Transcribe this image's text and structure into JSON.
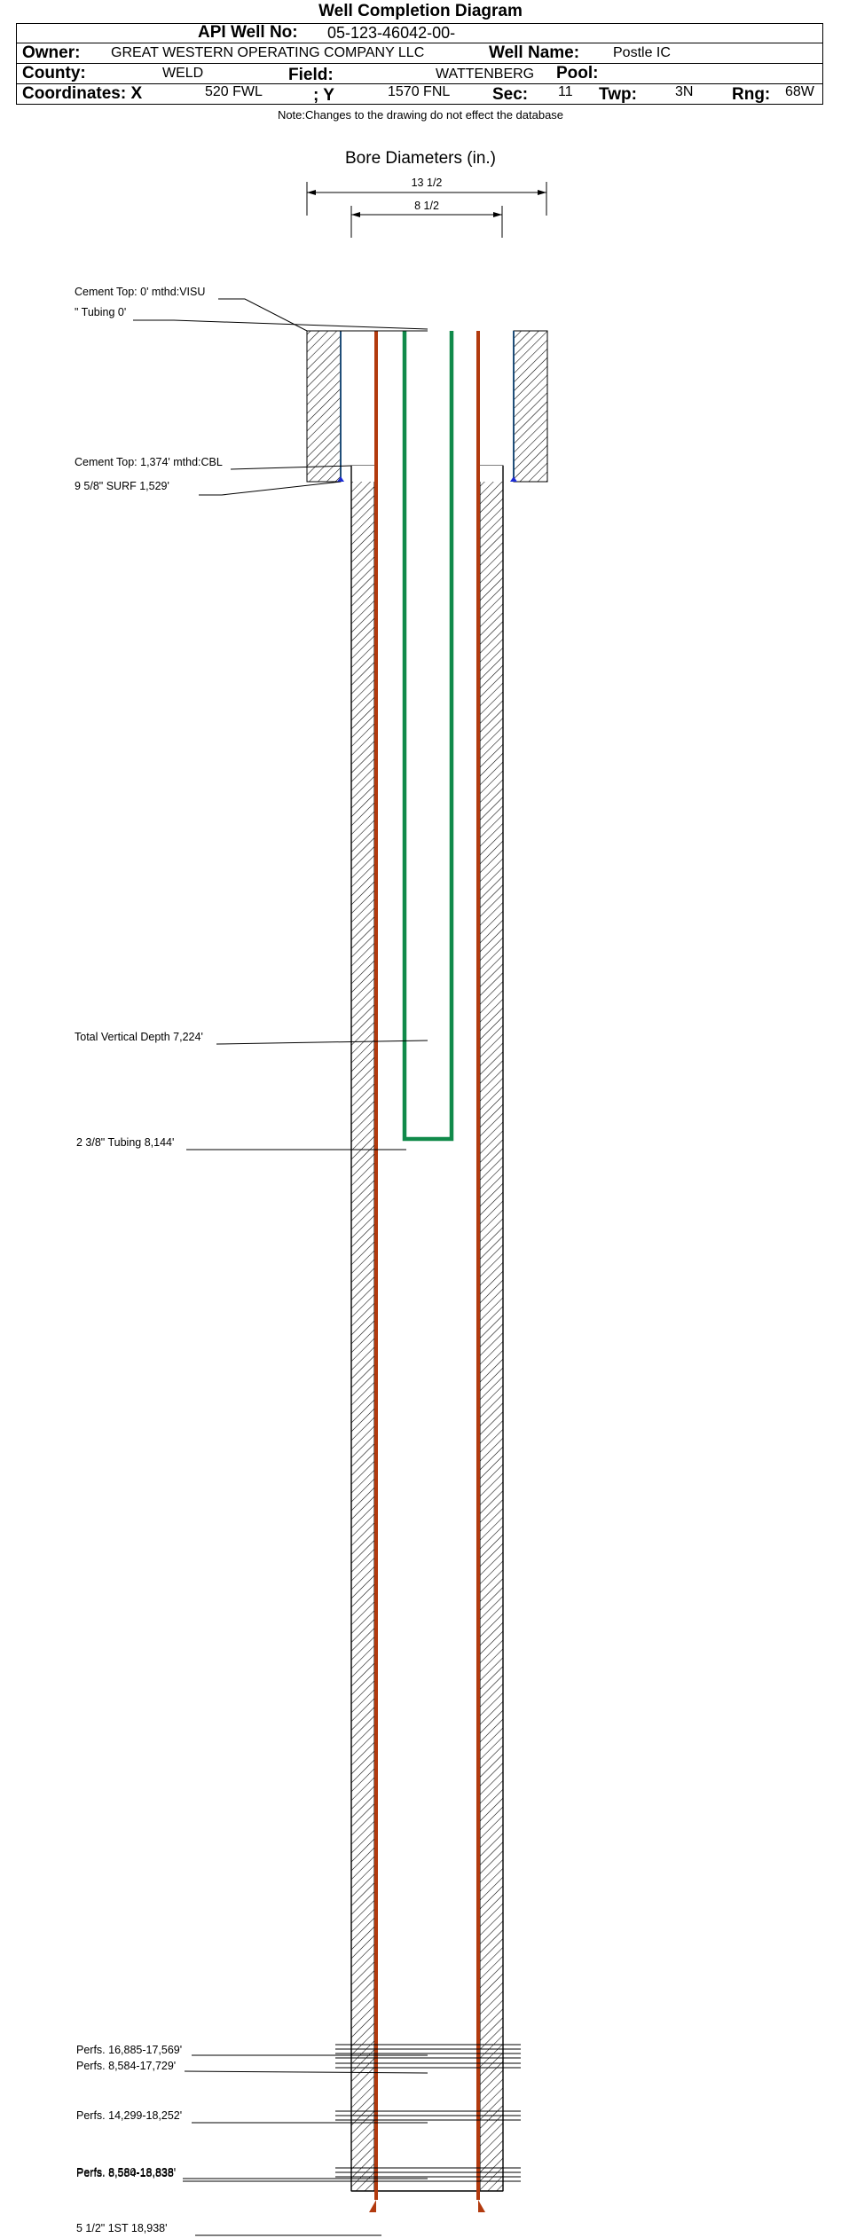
{
  "title": "Well Completion Diagram",
  "header": {
    "api_label": "API Well No:",
    "api_value": "05-123-46042-00-",
    "owner_label": "Owner:",
    "owner_value": "GREAT WESTERN OPERATING COMPANY LLC",
    "well_name_label": "Well Name:",
    "well_name_value": "Postle IC",
    "county_label": "County:",
    "county_value": "WELD",
    "field_label": "Field:",
    "field_value": "WATTENBERG",
    "pool_label": "Pool:",
    "pool_value": "",
    "coords_label": "Coordinates: X",
    "x_value": "520 FWL",
    "y_label": "; Y",
    "y_value": "1570 FNL",
    "sec_label": "Sec:",
    "sec_value": "11",
    "twp_label": "Twp:",
    "twp_value": "3N",
    "rng_label": "Rng:",
    "rng_value": "68W"
  },
  "note": "Note:Changes to the drawing do not effect the database",
  "bore": {
    "title": "Bore Diameters (in.)",
    "dims": [
      "13 1/2",
      "8 1/2"
    ]
  },
  "labels": {
    "cement_top_1": "Cement Top: 0' mthd:VISU",
    "tubing_0": "\" Tubing 0'",
    "cement_top_2": "Cement Top: 1,374' mthd:CBL",
    "surf_casing": "9 5/8\" SURF       1,529'",
    "tvd": "Total Vertical Depth 7,224'",
    "tubing_2": "2 3/8\" Tubing 8,144'",
    "perf_1": "Perfs. 16,885-17,569'",
    "perf_2": "Perfs. 8,584-17,729'",
    "perf_3": "Perfs. 14,299-18,252'",
    "perf_4": "Perfs. 8,580-18,838'",
    "perf_5": "Perfs. 8,584-18,838'",
    "prod_casing": "5 1/2\" 1ST       18,938'"
  },
  "colors": {
    "casing": "#b23a0e",
    "tubing": "#108a4a",
    "surface_casing": "#1f4e79",
    "shoe_marker": "#1a2bd6"
  }
}
